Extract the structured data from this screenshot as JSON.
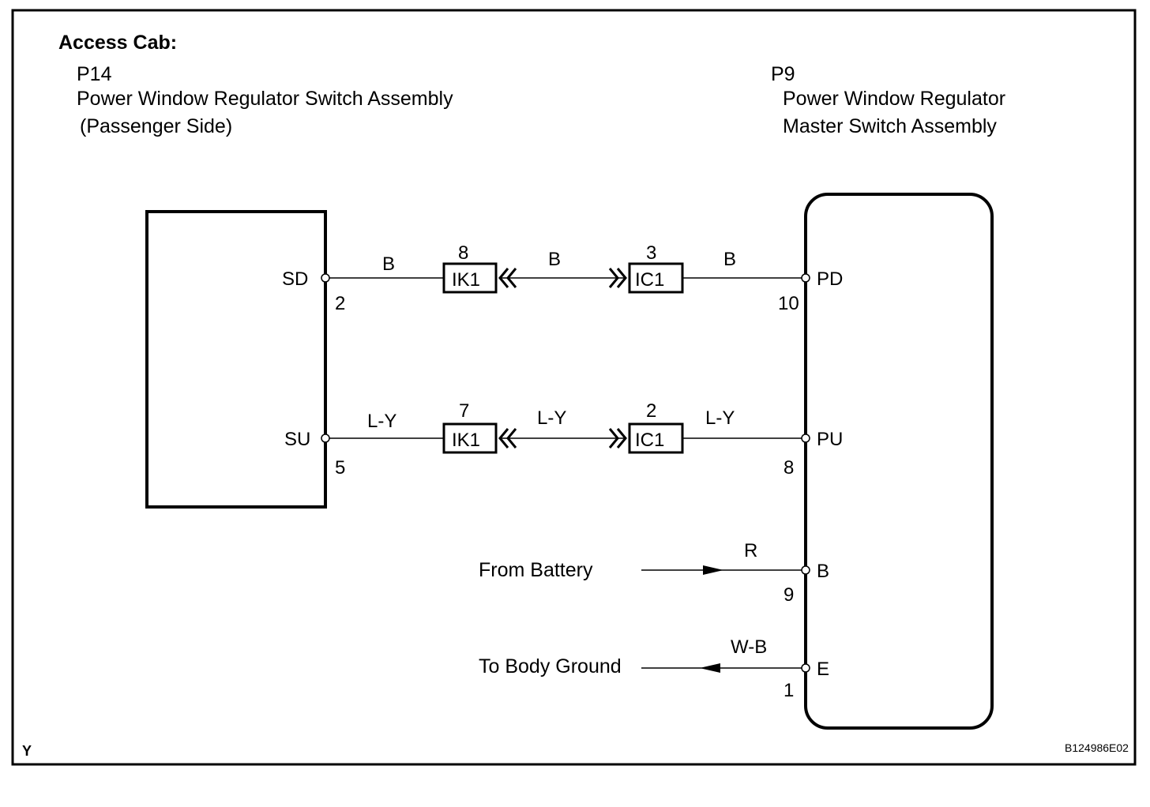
{
  "diagram": {
    "section_title": "Access Cab:",
    "figure_code": "B124986E02",
    "corner_mark": "Y",
    "colors": {
      "ink": "#000000",
      "background": "#ffffff"
    },
    "components": {
      "left": {
        "code": "P14",
        "name_line1": "Power Window Regulator Switch Assembly",
        "name_line2": "(Passenger Side)"
      },
      "right": {
        "code": "P9",
        "name_line1": "Power Window Regulator",
        "name_line2": "Master Switch Assembly"
      }
    },
    "circuits": [
      {
        "from_terminal": "SD",
        "from_pin": "2",
        "wire1": "B",
        "connector1": {
          "name": "IK1",
          "pin": "8"
        },
        "wire2": "B",
        "connector2": {
          "name": "IC1",
          "pin": "3"
        },
        "wire3": "B",
        "to_terminal": "PD",
        "to_pin": "10"
      },
      {
        "from_terminal": "SU",
        "from_pin": "5",
        "wire1": "L-Y",
        "connector1": {
          "name": "IK1",
          "pin": "7"
        },
        "wire2": "L-Y",
        "connector2": {
          "name": "IC1",
          "pin": "2"
        },
        "wire3": "L-Y",
        "to_terminal": "PU",
        "to_pin": "8"
      }
    ],
    "external": [
      {
        "label": "From Battery",
        "wire": "R",
        "terminal": "B",
        "pin": "9",
        "direction": "in"
      },
      {
        "label": "To Body Ground",
        "wire": "W-B",
        "terminal": "E",
        "pin": "1",
        "direction": "out"
      }
    ]
  }
}
